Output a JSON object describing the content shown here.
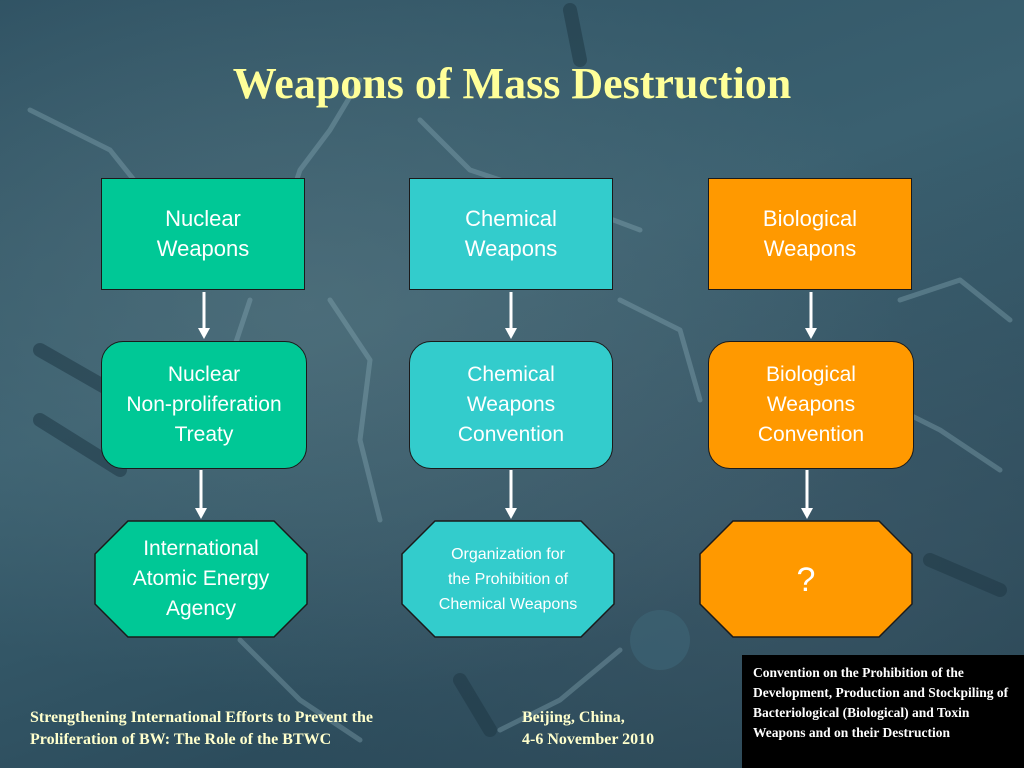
{
  "title": "Weapons of Mass Destruction",
  "columns": [
    {
      "weapon": "Nuclear\nWeapons",
      "treaty": "Nuclear\nNon-proliferation\nTreaty",
      "organization": "International\nAtomic Energy\nAgency",
      "color": "#00c896"
    },
    {
      "weapon": "Chemical\nWeapons",
      "treaty": "Chemical\nWeapons\nConvention",
      "organization": "Organization for\nthe Prohibition of\nChemical Weapons",
      "color": "#33cccc"
    },
    {
      "weapon": "Biological\nWeapons",
      "treaty": "Biological\nWeapons\nConvention",
      "organization": "?",
      "color": "#ff9900"
    }
  ],
  "footer": {
    "left": "Strengthening International Efforts to Prevent the\nProliferation of BW: The Role of the BTWC",
    "middle": "Beijing, China,\n4-6 November 2010"
  },
  "note": "Convention on the Prohibition of the Development, Production and Stockpiling of Bacteriological (Biological) and Toxin Weapons and on their Destruction"
}
